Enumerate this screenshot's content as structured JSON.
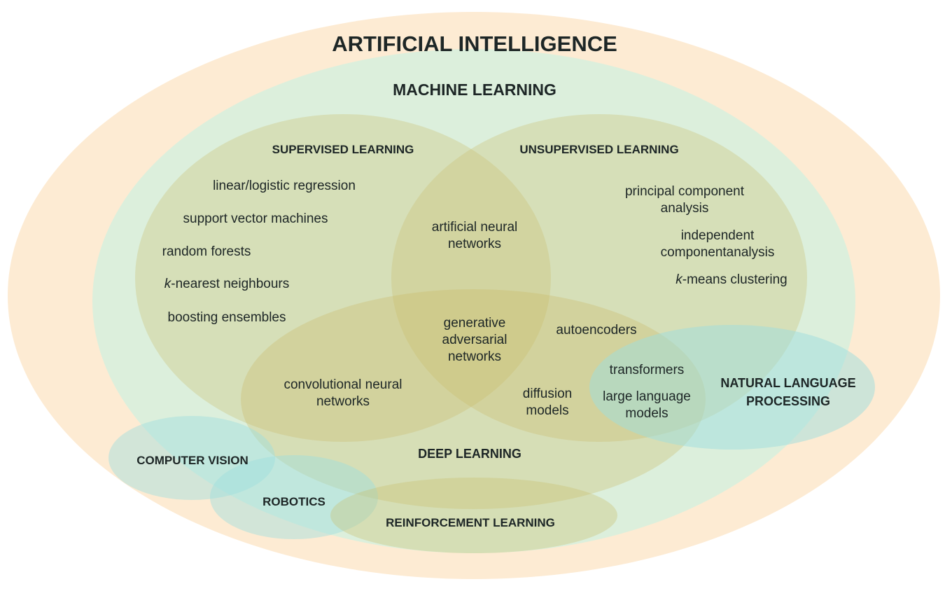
{
  "title": "ARTIFICIAL INTELLIGENCE",
  "colors": {
    "ai": "#fdebd3",
    "ml": "#dcefdc",
    "learning_overlay": "#c9bf6c",
    "applied_overlay": "#9edede",
    "text": "#1d2626"
  },
  "regions": {
    "machine_learning": "MACHINE LEARNING",
    "supervised": "SUPERVISED LEARNING",
    "unsupervised": "UNSUPERVISED LEARNING",
    "deep_learning": "DEEP LEARNING",
    "nlp_line1": "NATURAL LANGUAGE",
    "nlp_line2": "PROCESSING",
    "computer_vision": "COMPUTER VISION",
    "robotics": "ROBOTICS",
    "reinforcement": "REINFORCEMENT LEARNING"
  },
  "supervised_items": {
    "i0": "linear/logistic regression",
    "i1": "support vector machines",
    "i2": "random forests",
    "i3_k": "k",
    "i3": "-nearest neighbours",
    "i4": "boosting ensembles"
  },
  "unsupervised_items": {
    "pca1": "principal component",
    "pca2": "analysis",
    "ica1": "independent",
    "ica2": "componentanalysis",
    "km_k": "k",
    "km": "-means clustering"
  },
  "overlap_items": {
    "ann1": "artificial neural",
    "ann2": "networks",
    "gan1": "generative",
    "gan2": "adversarial",
    "gan3": "networks",
    "autoencoders": "autoencoders",
    "cnn1": "convolutional neural",
    "cnn2": "networks",
    "diff1": "diffusion",
    "diff2": "models",
    "transformers": "transformers",
    "llm1": "large language",
    "llm2": "models"
  }
}
